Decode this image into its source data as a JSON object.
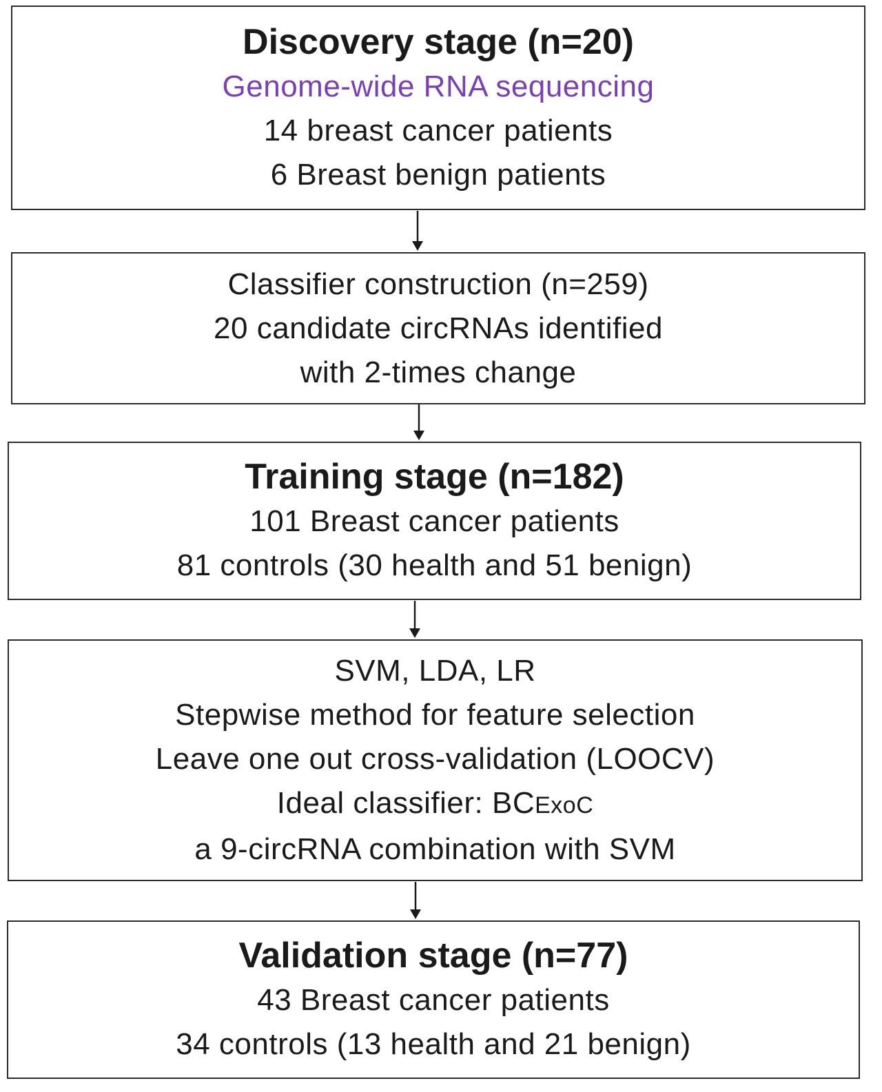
{
  "colors": {
    "border": "#2b2b2b",
    "text": "#1a1a1a",
    "highlight": "#7a3fb5"
  },
  "boxes": [
    {
      "heading": "Discovery stage (n=20)",
      "method": "Genome-wide RNA sequencing",
      "lines": [
        "14 breast cancer patients",
        "6 Breast benign patients"
      ]
    },
    {
      "lines": [
        "Classifier construction (n=259)",
        "20 candidate circRNAs identified",
        "with 2-times change"
      ]
    },
    {
      "heading": "Training stage (n=182)",
      "lines": [
        "101 Breast cancer patients",
        "81 controls (30 health and 51 benign)"
      ]
    },
    {
      "lines": [
        "SVM, LDA, LR",
        "Stepwise method for feature selection",
        "Leave one out cross-validation (LOOCV)"
      ],
      "classifier_prefix": "Ideal classifier: BC",
      "classifier_sub": "ExoC",
      "last_line": "a 9-circRNA combination with SVM"
    },
    {
      "heading": "Validation stage (n=77)",
      "lines": [
        "43 Breast cancer patients",
        "34 controls (13 health and 21 benign)"
      ]
    }
  ]
}
